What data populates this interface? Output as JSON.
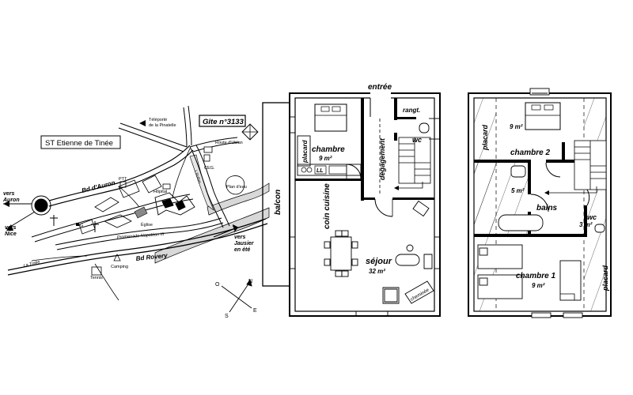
{
  "map": {
    "town_title": "ST Etienne de Tinée",
    "gite_label": "Gîte n°3133",
    "road_bd_auron": "Bd d'Auron",
    "road_bd_rovery": "Bd Rovery",
    "road_promenade": "Promenade Napoléon III",
    "dir_vers_auron": [
      "vers",
      "Auron"
    ],
    "dir_vers_nice": [
      "vers",
      "Nice"
    ],
    "dir_vers_jausier": [
      "vers",
      "Jausier",
      "en été"
    ],
    "telepherique": [
      "Téléporté",
      "de la Pinatelle"
    ],
    "route_ublan": "Route d'Ublan",
    "ceg": "CEG.",
    "ptt": "PTT",
    "hopital": "Hôpital",
    "eglise": "Église",
    "plan_eau": "Plan d'eau",
    "river_tinee": "La Tinée",
    "river_ardon": "L'Ardon",
    "g_marker": "G",
    "camping": "Camping",
    "tennis": "Tennis",
    "compass": [
      "N",
      "E",
      "O",
      "S"
    ]
  },
  "plan_ground": {
    "entree": "entrée",
    "rangt": "rangt.",
    "wc": "wc",
    "chambre": "chambre",
    "chambre_area": "9 m²",
    "placard": "placard",
    "ll": "LL",
    "degagement": "dégagement",
    "balcon": "balcon",
    "coin_cuisine": "coin cuisine",
    "sejour": "séjour",
    "sejour_area": "32 m²",
    "cheminee": "cheminée"
  },
  "plan_upper": {
    "placard_left": "placard",
    "chambre2": "chambre 2",
    "chambre2_area": "9 m²",
    "bains": "bains",
    "bains_area": "5 m²",
    "wc": "wc",
    "wc_area": "3 m²",
    "chambre1": "chambre 1",
    "chambre1_area": "9 m²",
    "placard_right": "placard"
  }
}
